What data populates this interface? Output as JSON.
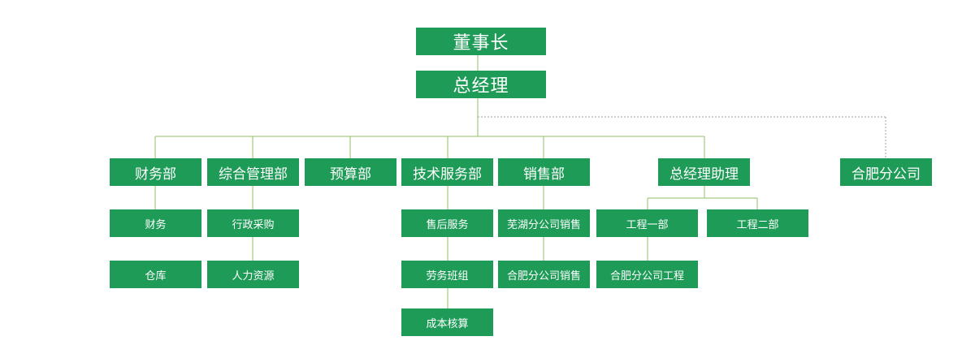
{
  "org": {
    "chairman": "董事长",
    "general_manager": "总经理",
    "departments": {
      "finance": "财务部",
      "admin": "综合管理部",
      "budget": "预算部",
      "tech_service": "技术服务部",
      "sales": "销售部",
      "gm_assistant": "总经理助理",
      "hefei_branch": "合肥分公司"
    },
    "sub_units": {
      "finance_finance": "财务",
      "finance_warehouse": "仓库",
      "admin_procurement": "行政采购",
      "admin_hr": "人力资源",
      "tech_after_sales": "售后服务",
      "tech_labor_team": "劳务班组",
      "tech_cost_accounting": "成本核算",
      "sales_wuhu": "芜湖分公司销售",
      "sales_hefei": "合肥分公司销售",
      "eng_dept_1": "工程一部",
      "eng_dept_2": "工程二部",
      "eng_hefei": "合肥分公司工程"
    }
  },
  "colors": {
    "node_fill": "#1f9b58",
    "node_text": "#ffffff",
    "solid_line": "#8cc26a",
    "dotted_line": "#9aa49a"
  }
}
